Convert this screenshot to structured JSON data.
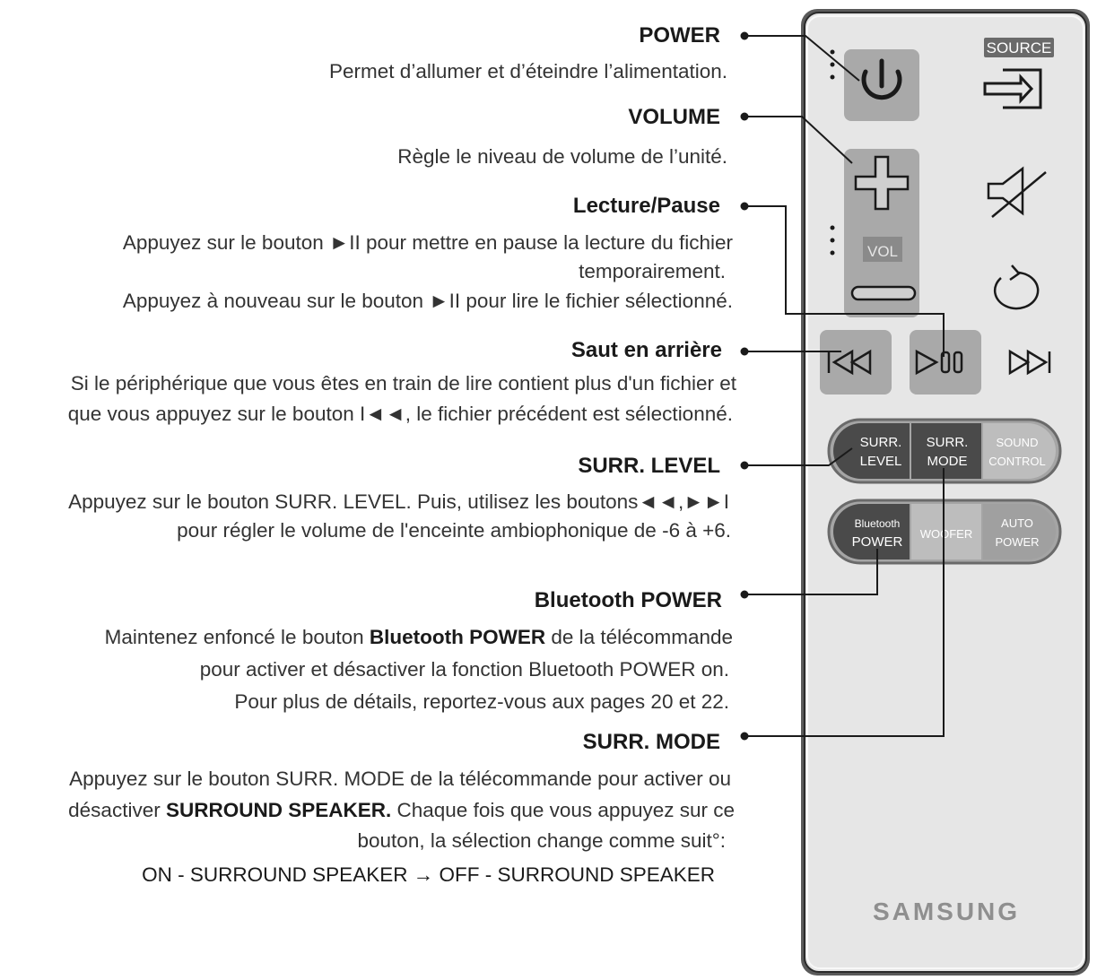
{
  "callouts": {
    "power": {
      "title": "POWER",
      "desc": "Permet d’allumer et d’éteindre l’alimentation."
    },
    "volume": {
      "title": "VOLUME",
      "desc": "Règle le niveau de volume de l’unité."
    },
    "play_pause": {
      "title": "Lecture/Pause",
      "line1": "Appuyez sur le bouton ►II pour mettre en pause la lecture du fichier",
      "line2": "temporairement.",
      "line3": "Appuyez à nouveau sur le bouton ►II pour lire le fichier sélectionné."
    },
    "skip_back": {
      "title": "Saut en arrière",
      "line1": "Si le périphérique que vous êtes en train de lire contient plus d'un fichier et",
      "line2": "que vous appuyez sur le bouton I◄◄, le fichier précédent est sélectionné."
    },
    "surr_level": {
      "title": "SURR. LEVEL",
      "line1": "Appuyez sur le bouton SURR. LEVEL. Puis, utilisez les boutons◄◄,►►I",
      "line2": "pour régler le volume de l'enceinte ambiophonique de -6 à +6."
    },
    "bt_power": {
      "title": "Bluetooth POWER",
      "line1_pre": "Maintenez enfoncé le bouton ",
      "line1_bold": "Bluetooth POWER",
      "line1_post": " de la télécommande",
      "line2": "pour activer et désactiver la fonction Bluetooth POWER on.",
      "line3": "Pour plus de détails, reportez-vous aux pages 20 et 22."
    },
    "surr_mode": {
      "title": "SURR. MODE",
      "line1": "Appuyez sur le bouton SURR. MODE de la télécommande pour activer ou",
      "line2_pre": "désactiver ",
      "line2_bold": "SURROUND SPEAKER.",
      "line2_post": " Chaque fois que vous appuyez sur ce",
      "line3": "bouton, la sélection change comme suit°:",
      "line4": "ON - SURROUND SPEAKER → OFF - SURROUND SPEAKER"
    }
  },
  "remote": {
    "source_label": "SOURCE",
    "vol_label": "VOL",
    "surr_level_l1": "SURR.",
    "surr_level_l2": "LEVEL",
    "surr_mode_l1": "SURR.",
    "surr_mode_l2": "MODE",
    "sound_control_l1": "SOUND",
    "sound_control_l2": "CONTROL",
    "bt_power_l1": "Bluetooth",
    "bt_power_l2": "POWER",
    "woofer": "WOOFER",
    "auto_power_l1": "AUTO",
    "auto_power_l2": "POWER",
    "brand": "SAMSUNG"
  },
  "colors": {
    "remote_body": "#e6e6e6",
    "highlight": "#a9a9a9",
    "line": "#1a1a1a"
  }
}
